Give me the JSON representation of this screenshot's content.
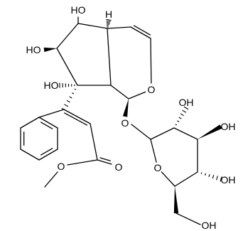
{
  "diagram": {
    "type": "chemical-structure",
    "atom_labels": {
      "oh_c6": "HO",
      "oh_c7": "HO",
      "oh_c8": "HO",
      "h_c5": "H",
      "o_ring": "O",
      "o_link": "O",
      "o_sugar": "O",
      "oh_s2": "OH",
      "oh_s3": "OH",
      "oh_s4": "OH",
      "oh_s6": "OH",
      "o_carbonyl": "O",
      "o_ester": "O"
    }
  }
}
